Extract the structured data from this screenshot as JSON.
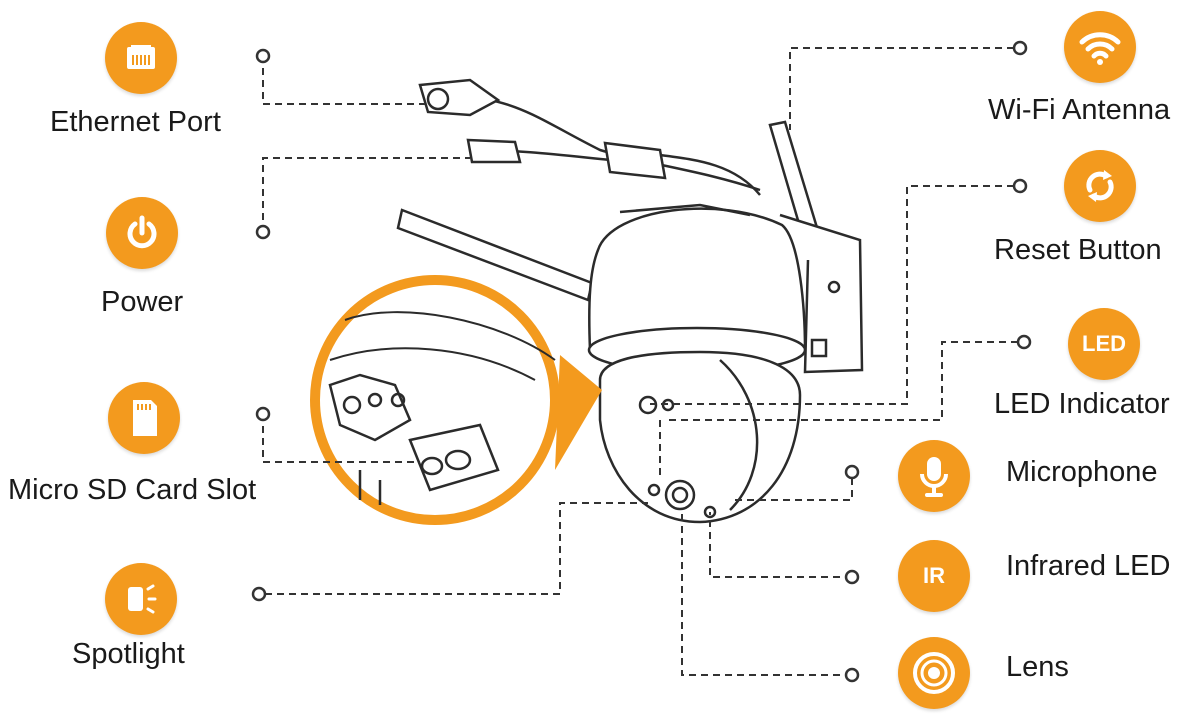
{
  "accent_color": "#f39a1e",
  "labels": {
    "ethernet_port": "Ethernet Port",
    "power": "Power",
    "micro_sd": "Micro SD Card Slot",
    "spotlight": "Spotlight",
    "wifi_antenna": "Wi-Fi Antenna",
    "reset_button": "Reset Button",
    "led_indicator": "LED Indicator",
    "microphone": "Microphone",
    "infrared_led": "Infrared LED",
    "lens": "Lens"
  },
  "badges": {
    "led_text": "LED",
    "ir_text": "IR"
  },
  "icons": {
    "ethernet_port": "ethernet-port-icon",
    "power": "power-icon",
    "micro_sd": "sd-card-icon",
    "spotlight": "spotlight-icon",
    "wifi_antenna": "wifi-icon",
    "reset_button": "reset-icon",
    "led_indicator": "led-badge",
    "microphone": "microphone-icon",
    "infrared_led": "ir-badge",
    "lens": "lens-icon"
  }
}
